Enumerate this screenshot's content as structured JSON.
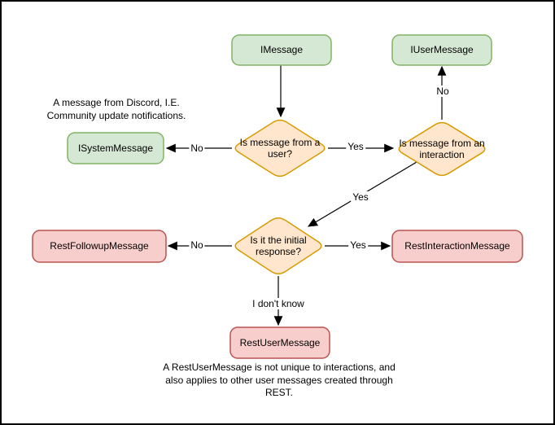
{
  "diagram": {
    "nodes": {
      "imessage": {
        "label": "IMessage",
        "type": "class",
        "fill": "#d5e8d4",
        "stroke": "#82b366"
      },
      "iusermessage": {
        "label": "IUserMessage",
        "type": "class",
        "fill": "#d5e8d4",
        "stroke": "#82b366"
      },
      "isystemmessage": {
        "label": "ISystemMessage",
        "type": "class",
        "fill": "#d5e8d4",
        "stroke": "#82b366"
      },
      "decision_from_user": {
        "label": "Is message from a user?",
        "type": "decision",
        "fill": "#ffe6cc",
        "stroke": "#d79b00"
      },
      "decision_from_interaction": {
        "label": "Is message from an interaction",
        "type": "decision",
        "fill": "#ffe6cc",
        "stroke": "#d79b00"
      },
      "decision_initial_response": {
        "label": "Is it the initial response?",
        "type": "decision",
        "fill": "#ffe6cc",
        "stroke": "#d79b00"
      },
      "restfollowupmessage": {
        "label": "RestFollowupMessage",
        "type": "class",
        "fill": "#f8cecc",
        "stroke": "#b85450"
      },
      "restinteractionmessage": {
        "label": "RestInteractionMessage",
        "type": "class",
        "fill": "#f8cecc",
        "stroke": "#b85450"
      },
      "restusermessage": {
        "label": "RestUserMessage",
        "type": "class",
        "fill": "#f8cecc",
        "stroke": "#b85450"
      }
    },
    "edge_labels": {
      "from_user_no": "No",
      "from_user_yes": "Yes",
      "from_interaction_no": "No",
      "from_interaction_yes": "Yes",
      "initial_response_no": "No",
      "initial_response_yes": "Yes",
      "initial_response_unknown": "I don't know"
    },
    "notes": {
      "system_message_note": "A message from Discord, I.E. Community update notifications.",
      "rest_user_message_note": "A RestUserMessage is not unique to interactions, and also applies to other user messages created through REST."
    },
    "colors": {
      "background": "#ffffff",
      "frame": "#000000",
      "edge_line": "#000000",
      "text": "#000000",
      "green_fill": "#d5e8d4",
      "green_stroke": "#82b366",
      "orange_fill": "#ffe6cc",
      "orange_stroke": "#d79b00",
      "red_fill": "#f8cecc",
      "red_stroke": "#b85450"
    }
  }
}
